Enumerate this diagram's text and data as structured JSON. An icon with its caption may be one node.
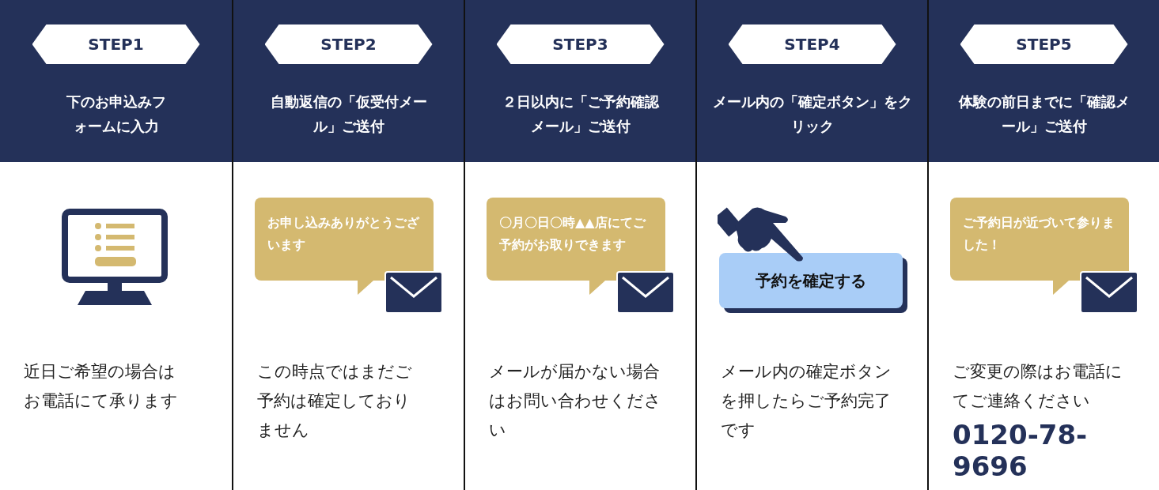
{
  "diagram": {
    "nodes": [
      {
        "text": [
          "STEP1",
          "下のお申込みフォームに入力",
          "近日ご希望の場合はお電話にて承ります"
        ]
      },
      {
        "text": [
          "STEP2",
          "自動返信の「**仮受付メール**」ご送付",
          "この時点ではまだご予約は確定しておりません"
        ]
      },
      {
        "text": [
          "お申し込みありがとうございます"
        ],
        "in": 1
      },
      {
        "text": [
          "STEP3",
          "２日以内に「**ご予約確認メール**」ご送付",
          "メールが届かない場合はお問い合わせください"
        ]
      },
      {
        "text": [
          "〇月〇日〇時▲▲店にてご予約がお取りできます"
        ],
        "in": 3
      },
      {
        "text": [
          "STEP4",
          "メール内の「**確定ボタン**」をクリック",
          "メール内の確定ボタンを押したらご予約完了です"
        ]
      },
      {
        "text": [
          "予約を確定する"
        ],
        "in": 5
      },
      {
        "text": [
          "STEP5",
          "体験の前日までに「**確認メール**」ご送付",
          "ご変更の際はお電話にてご連絡ください",
          "0120-78-9696"
        ]
      },
      {
        "text": [
          "ご予約日が近づいて参りました！"
        ],
        "in": 7
      }
    ]
  }
}
